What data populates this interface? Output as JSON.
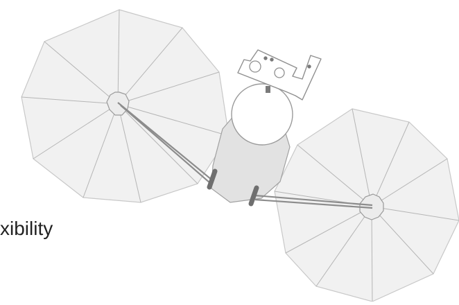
{
  "caption": "xibility",
  "colors": {
    "panel_fill": "#f1f1f1",
    "panel_stroke": "#c8c8c8",
    "spoke": "#b5b5b5",
    "body_fill": "#e2e2e2",
    "outline": "#9a9a9a",
    "boom": "#8c8c8c",
    "hinge": "#6f6f6f",
    "sphere_fill": "#ffffff"
  },
  "icons": [
    "left-solar-array",
    "right-solar-array",
    "spacecraft-bus",
    "instrument-deck",
    "boom-hinge"
  ]
}
